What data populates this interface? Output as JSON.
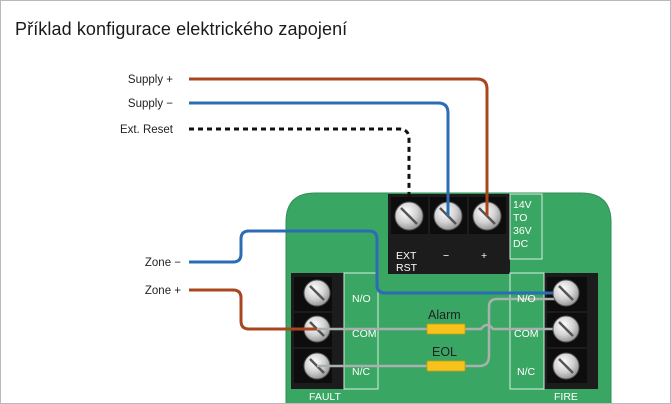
{
  "title": "Příklad konfigurace elektrického zapojení",
  "wire_labels": {
    "supply_plus": "Supply +",
    "supply_minus": "Supply −",
    "ext_reset": "Ext. Reset",
    "zone_minus": "Zone −",
    "zone_plus": "Zone +"
  },
  "top_block": {
    "ext_label_1": "EXT",
    "ext_label_2": "RST",
    "minus_label": "−",
    "plus_label": "+",
    "voltage_1": "14V",
    "voltage_2": "TO",
    "voltage_3": "36V",
    "voltage_4": "DC"
  },
  "fault_block": {
    "no": "N/O",
    "com": "COM",
    "nc": "N/C",
    "name": "FAULT"
  },
  "fire_block": {
    "no": "N/O",
    "com": "COM",
    "nc": "N/C",
    "name": "FIRE"
  },
  "resistors": {
    "alarm": "Alarm",
    "eol": "EOL"
  },
  "colors": {
    "board": "#3aa664",
    "board_edge": "#2f8f53",
    "wire_red": "#a8461f",
    "wire_blue": "#2b6cb5",
    "wire_black": "#111111",
    "wire_gray": "#a9b0ae",
    "resistor": "#f6c21b",
    "terminal_block": "#1c1c1c"
  }
}
